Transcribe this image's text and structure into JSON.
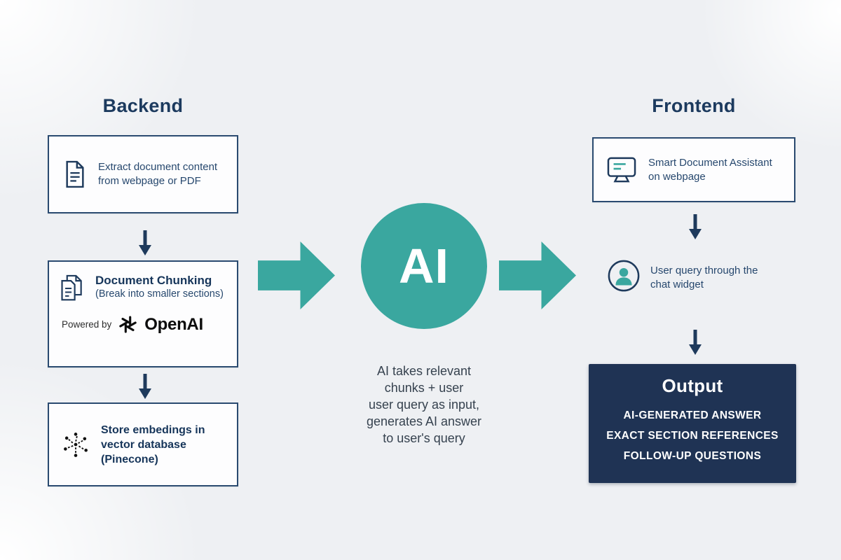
{
  "colors": {
    "teal": "#3aa79f",
    "navy": "#1e3a5c",
    "output_bg": "#1f3354"
  },
  "backend": {
    "title": "Backend",
    "extract_box": {
      "line1": "Extract document content",
      "line2": "from webpage or PDF"
    },
    "chunking_box": {
      "title": "Document Chunking",
      "subtitle": "(Break into smaller sections)",
      "powered_by": "Powered by",
      "brand": "OpenAI"
    },
    "store_box": {
      "line1": "Store embedings in",
      "line2": "vector database",
      "line3": "(Pinecone)"
    }
  },
  "center": {
    "ai_label": "AI",
    "description": {
      "0": "AI takes relevant",
      "1": "chunks + user",
      "2": "user query as input,",
      "3": "generates AI answer",
      "4": "to user's query"
    }
  },
  "frontend": {
    "title": "Frontend",
    "assistant_box": {
      "line1": "Smart Document Assistant",
      "line2": "on webpage"
    },
    "user_query": {
      "line1": "User query through the",
      "line2": "chat widget"
    },
    "output_box": {
      "title": "Output",
      "items": {
        "0": "AI-GENERATED ANSWER",
        "1": "EXACT SECTION REFERENCES",
        "2": "FOLLOW-UP QUESTIONS"
      }
    }
  }
}
